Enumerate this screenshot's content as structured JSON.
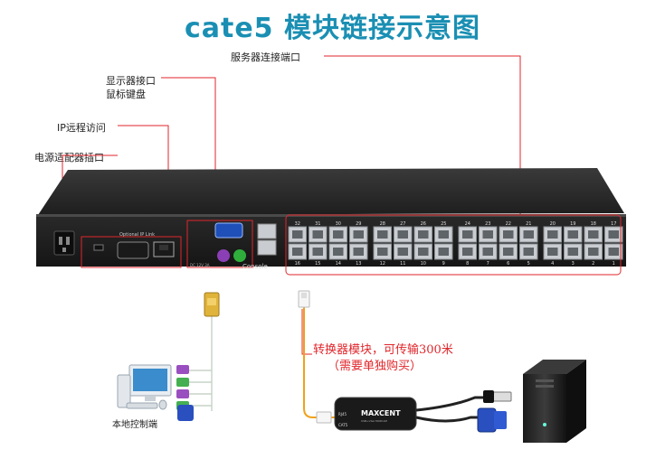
{
  "title": "cate5 模块链接示意图",
  "labels": {
    "server_port": "服务器连接端口",
    "monitor_port": "显示器接口",
    "mouse_keyboard": "鼠标键盘",
    "ip_remote": "IP远程访问",
    "power_port": "电源适配器插口",
    "local_console": "本地控制端"
  },
  "converter_note": {
    "line1": "转换器模块，可传输300米",
    "line2": "（需要单独购买）"
  },
  "device": {
    "optional_ip_link": "Optional IP Link",
    "console": "Console",
    "power_rating": "DC 12V 3A",
    "top_port_numbers": [
      "32",
      "31",
      "30",
      "29",
      "28",
      "27",
      "26",
      "25",
      "24",
      "23",
      "22",
      "21",
      "20",
      "19",
      "18",
      "17"
    ],
    "bottom_port_numbers": [
      "16",
      "15",
      "14",
      "13",
      "12",
      "11",
      "10",
      "9",
      "8",
      "7",
      "6",
      "5",
      "4",
      "3",
      "2",
      "1"
    ]
  },
  "module": {
    "brand": "MAXCENT",
    "subtitle": "USB+VGA MODULE",
    "port_label_top": "RJ45",
    "port_label_bottom": "CAT5"
  },
  "colors": {
    "title": "#1a8fb3",
    "annotation_line": "#e0262b",
    "chassis": "#232323",
    "port": "#c9cdd1"
  }
}
